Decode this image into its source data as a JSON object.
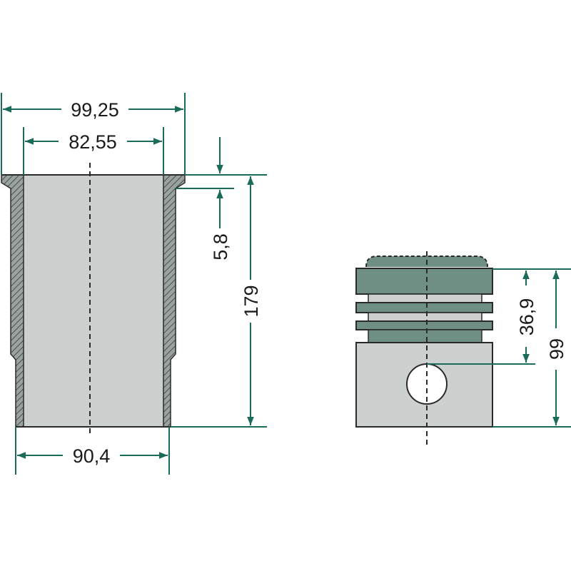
{
  "colors": {
    "dimension": "#1a6b5a",
    "part_fill": "#ccd1cf",
    "ring_fill": "#6f8f85",
    "outline": "#2a2a2a",
    "background": "#ffffff"
  },
  "liner": {
    "outer_diameter": "99,25",
    "inner_diameter": "82,55",
    "collar_height": "5,8",
    "length": "179",
    "bottom_diameter": "90,4"
  },
  "piston": {
    "pin_offset": "36,9",
    "height": "99"
  }
}
